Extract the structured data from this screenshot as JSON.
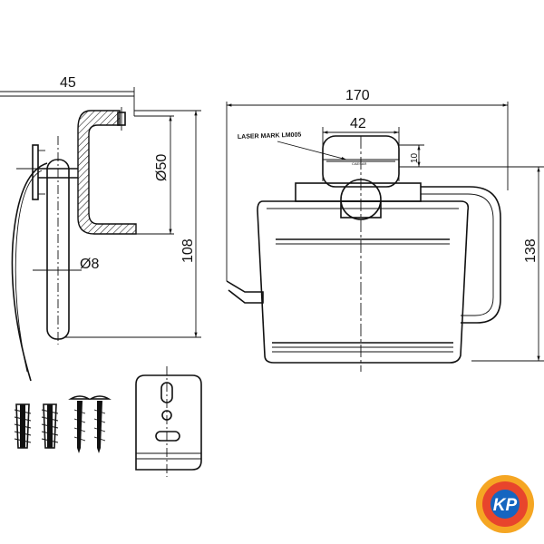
{
  "dimensions": {
    "width_side": "45",
    "width_total": "170",
    "cover_width": "42",
    "height_offset": "10",
    "height_total_side": "108",
    "height_total_front": "138",
    "flange_diameter": "Ø50",
    "rod_diameter": "Ø8"
  },
  "labels": {
    "laser_mark": "LASER MARK LM005",
    "cover_engraving": "CAESAR"
  },
  "logo": {
    "text": "KP",
    "colors": {
      "ring_outer": "#f5a623",
      "ring_inner": "#e8452c",
      "center": "#1565c0",
      "letters": "#ffffff"
    }
  }
}
